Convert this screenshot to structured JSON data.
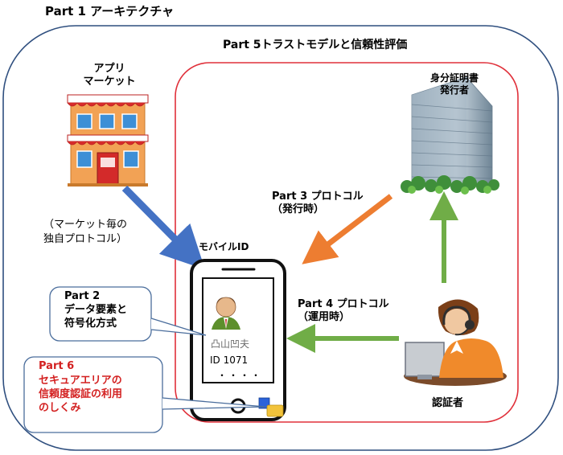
{
  "diagram": {
    "part1_title": "Part 1 アーキテクチャ",
    "part5_title": "Part 5トラストモデルと信頼性評価",
    "app_market_label": "アプリ\nマーケット",
    "issuer_label": "身分証明書\n発行者",
    "market_protocol_label": "（マーケット毎の\n独自プロトコル）",
    "part3_label": "Part 3 プロトコル\n（発行時）",
    "mobile_id_label": "モバイルID",
    "part4_label": "Part 4 プロトコル\n（運用時）",
    "part2_callout": {
      "title": "Part 2",
      "text": "データ要素と\n符号化方式"
    },
    "part6_callout": {
      "title": "Part 6",
      "text": "セキュアエリアの\n信頼度認証の利用\nのしくみ"
    },
    "phone_screen": {
      "name": "凸山凹夫",
      "id": "ID 1071",
      "dots": "・・・・"
    },
    "verifier_label": "認証者",
    "colors": {
      "outer_frame": "#2f4f7f",
      "trust_frame": "#e0303a",
      "arrow_market": "#4472c4",
      "arrow_issue": "#ed7d31",
      "arrow_operate": "#70ad47",
      "part6_red": "#d32020",
      "callout_border": "#4a6d9c"
    }
  }
}
